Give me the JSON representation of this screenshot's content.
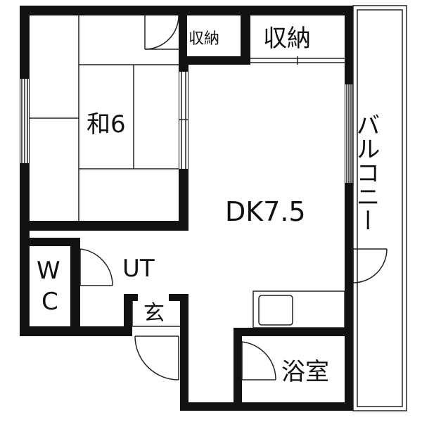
{
  "rooms": {
    "washitsu": "和6",
    "storage_small": "収納",
    "storage_large": "収納",
    "dining_kitchen": "DK7.5",
    "balcony": "バルコニー",
    "toilet_w": "W",
    "toilet_c": "C",
    "utility": "UT",
    "entrance": "玄",
    "bathroom": "浴室"
  }
}
